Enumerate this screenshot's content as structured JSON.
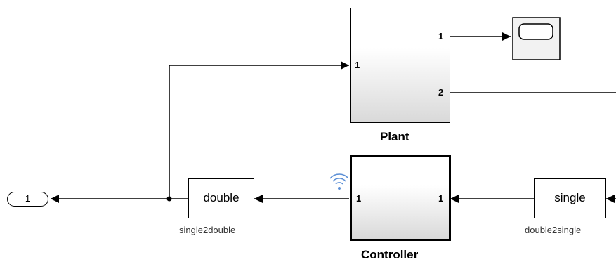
{
  "blocks": {
    "plant": {
      "name": "Plant",
      "in_port": "1",
      "out_port_1": "1",
      "out_port_2": "2"
    },
    "controller": {
      "name": "Controller",
      "in_port": "1",
      "out_port": "1"
    },
    "single2double": {
      "text": "double",
      "label": "single2double"
    },
    "double2single": {
      "text": "single",
      "label": "double2single"
    },
    "outport": {
      "text": "1"
    }
  },
  "colors": {
    "line": "#000000",
    "wireless_icon": "#5b8fd6"
  }
}
